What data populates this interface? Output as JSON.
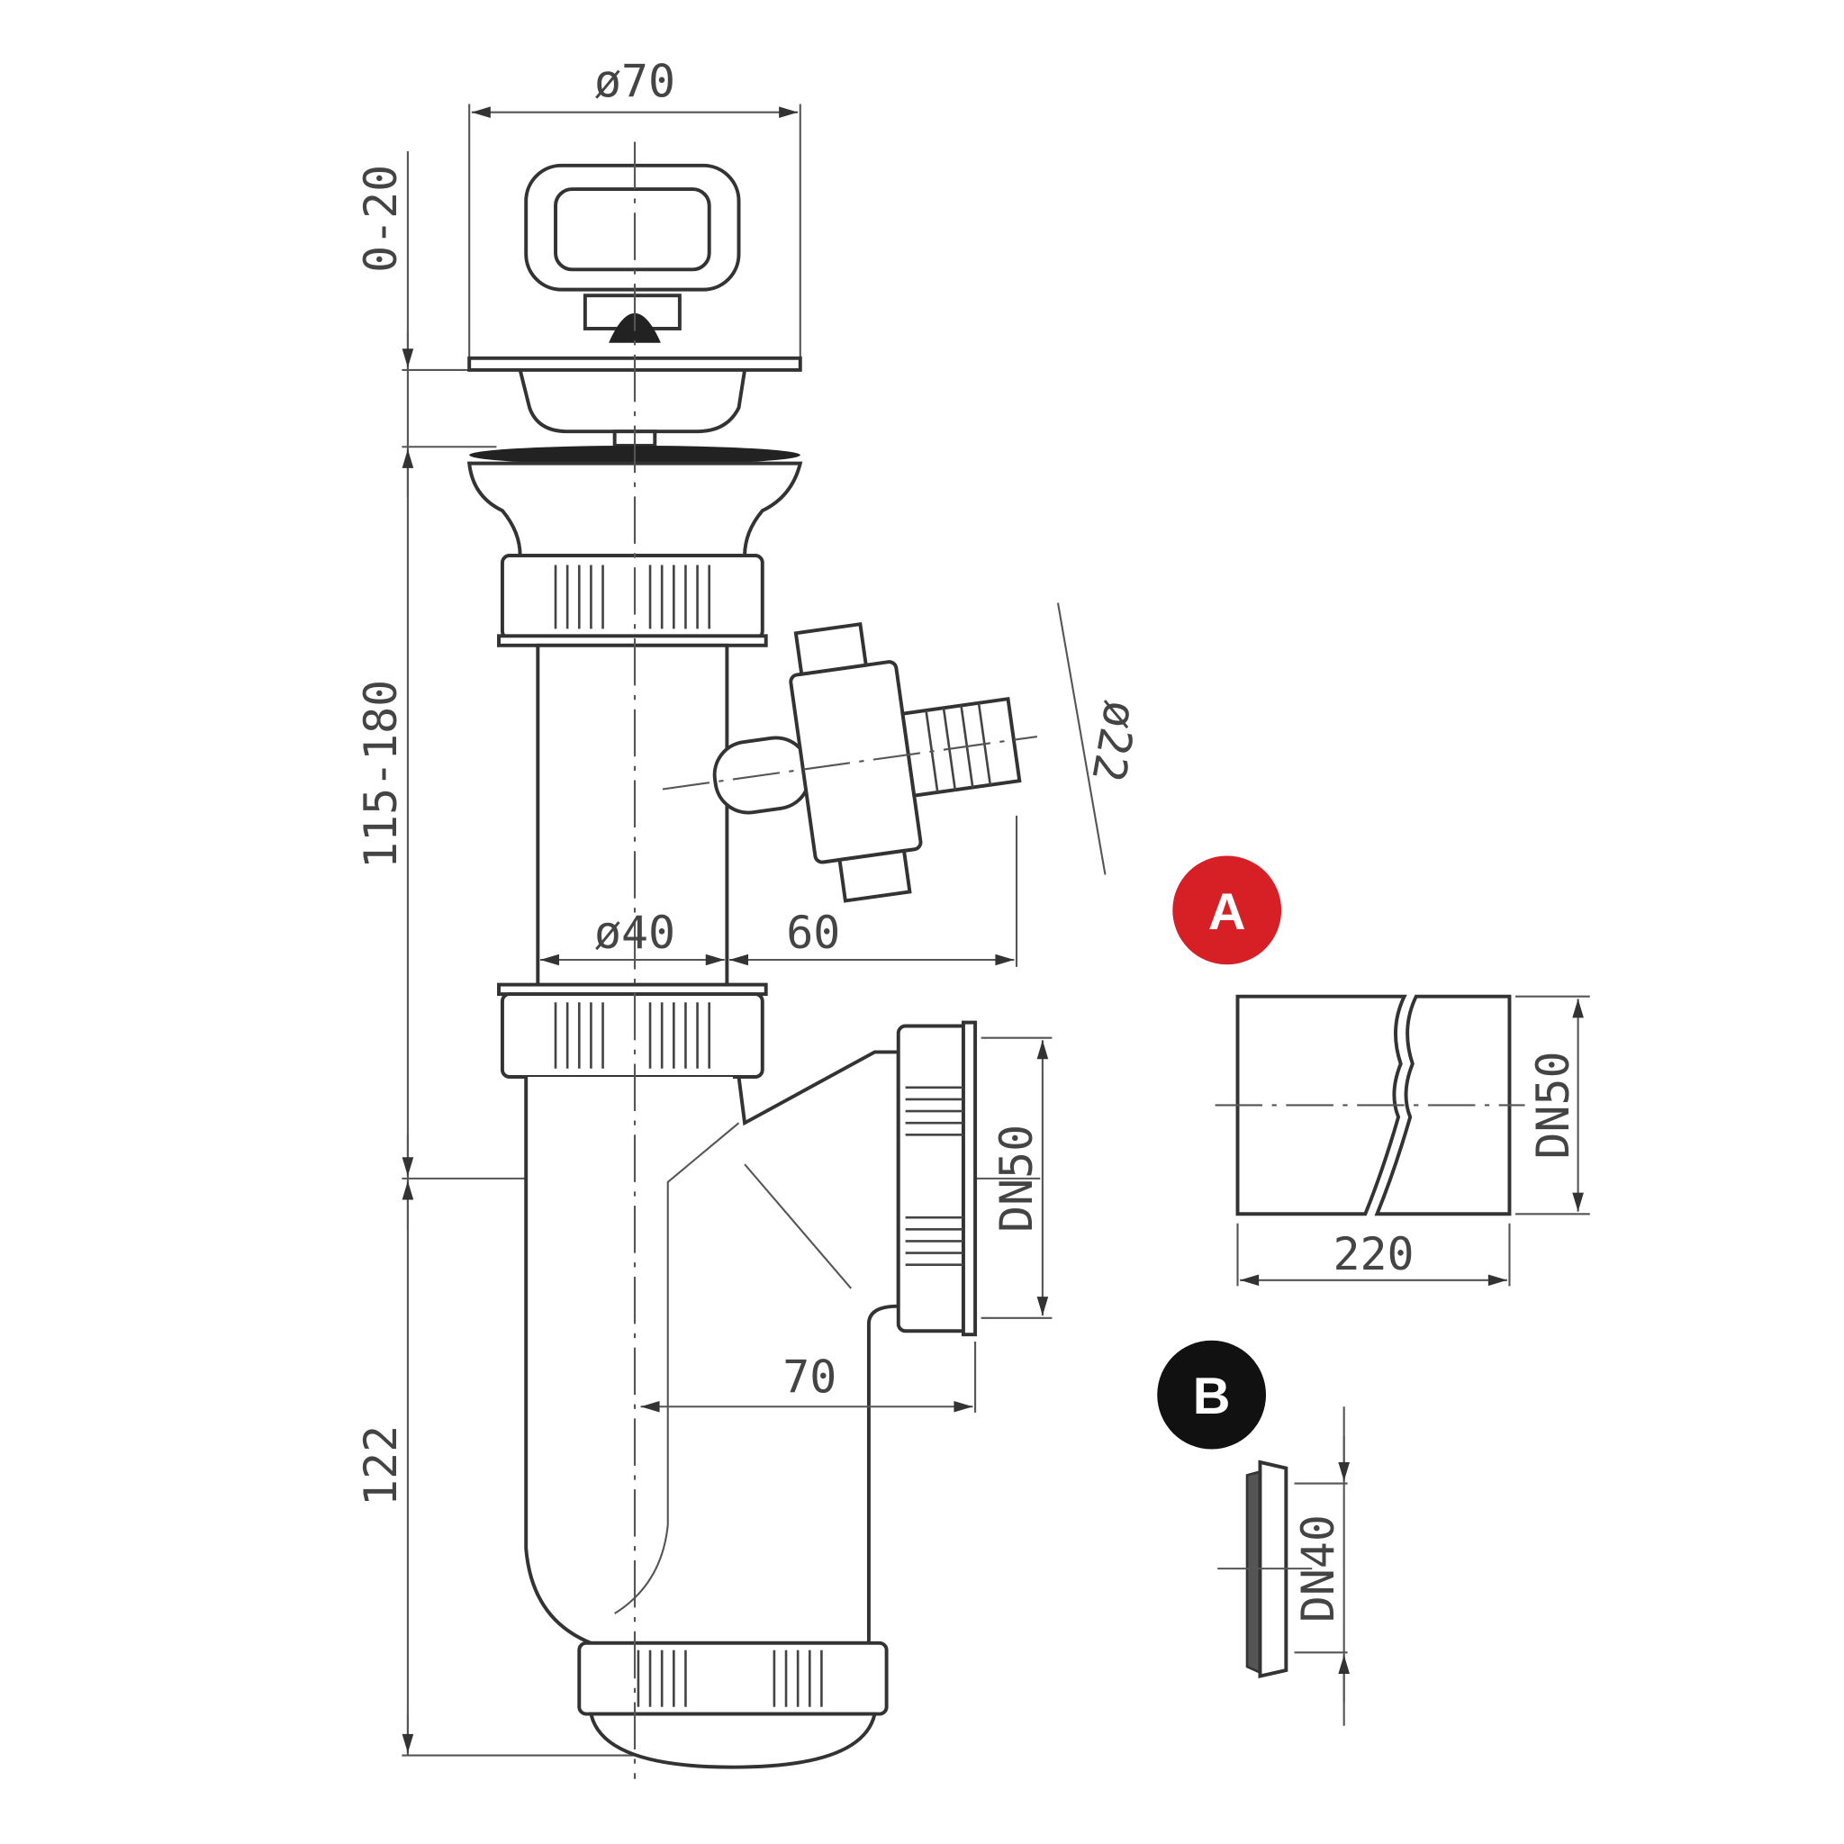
{
  "dimensions": {
    "top_diameter": "ø70",
    "plug_height": "0-20",
    "body_height": "115-180",
    "bottom_height": "122",
    "pipe_diameter": "ø40",
    "side_inlet_offset": "60",
    "side_inlet_diameter": "ø22",
    "outlet_size": "DN50",
    "outlet_offset": "70"
  },
  "detail_a": {
    "badge": "A",
    "length": "220",
    "size": "DN50",
    "badge_color": "#d71f26"
  },
  "detail_b": {
    "badge": "B",
    "size": "DN40",
    "badge_color": "#111111"
  }
}
